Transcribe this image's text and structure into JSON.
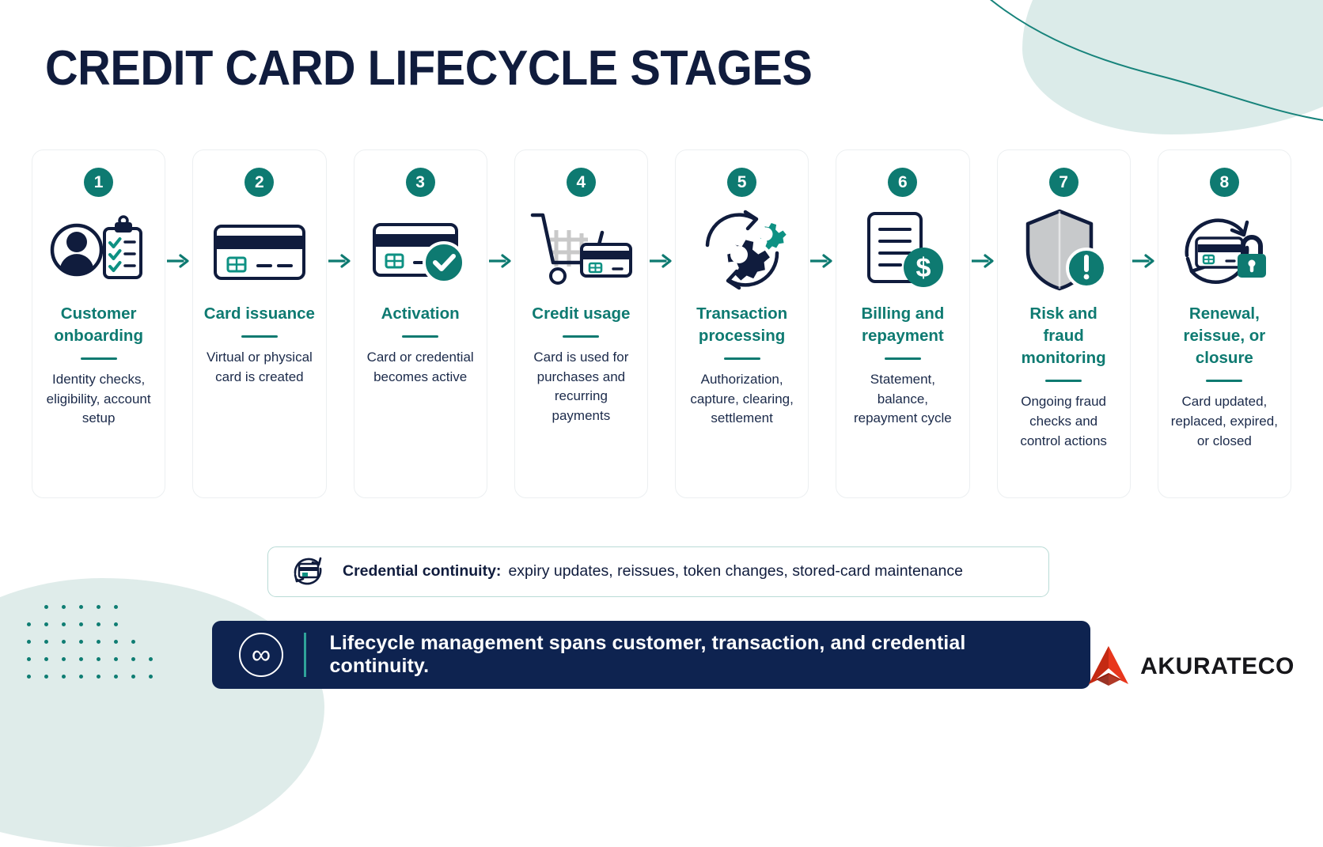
{
  "title": "CREDIT CARD LIFECYCLE STAGES",
  "colors": {
    "teal": "#0e7a71",
    "navy": "#101c3d",
    "banner_bg": "#0e2350",
    "mint": "#d5e7e5",
    "logo_red": "#e8361c"
  },
  "stages": [
    {
      "number": "1",
      "icon": "person-clipboard-icon",
      "title": "Customer onboarding",
      "desc": "Identity checks, eligibility, account setup"
    },
    {
      "number": "2",
      "icon": "credit-card-icon",
      "title": "Card issuance",
      "desc": "Virtual or physical card is created"
    },
    {
      "number": "3",
      "icon": "card-check-icon",
      "title": "Activation",
      "desc": "Card or credential becomes active"
    },
    {
      "number": "4",
      "icon": "shopping-cart-card-icon",
      "title": "Credit usage",
      "desc": "Card is used for purchases and recurring payments"
    },
    {
      "number": "5",
      "icon": "gears-cycle-icon",
      "title": "Transaction processing",
      "desc": "Authorization, capture, clearing, settlement"
    },
    {
      "number": "6",
      "icon": "statement-dollar-icon",
      "title": "Billing and repayment",
      "desc": "Statement, balance, repayment cycle"
    },
    {
      "number": "7",
      "icon": "shield-alert-icon",
      "title": "Risk and fraud monitoring",
      "desc": "Ongoing fraud checks and control actions"
    },
    {
      "number": "8",
      "icon": "card-refresh-lock-icon",
      "title": "Renewal, reissue, or closure",
      "desc": "Card updated, replaced, expired, or closed"
    }
  ],
  "arrow_label": "→",
  "continuity": {
    "icon": "card-refresh-icon",
    "label": "Credential continuity:",
    "detail": "expiry updates, reissues, token changes, stored-card maintenance"
  },
  "banner": {
    "icon": "infinity-icon",
    "symbol": "∞",
    "text": "Lifecycle management spans customer, transaction, and credential continuity."
  },
  "logo": {
    "mark": "akurateco-arrow-mark",
    "wordmark": "AKURATECO"
  }
}
